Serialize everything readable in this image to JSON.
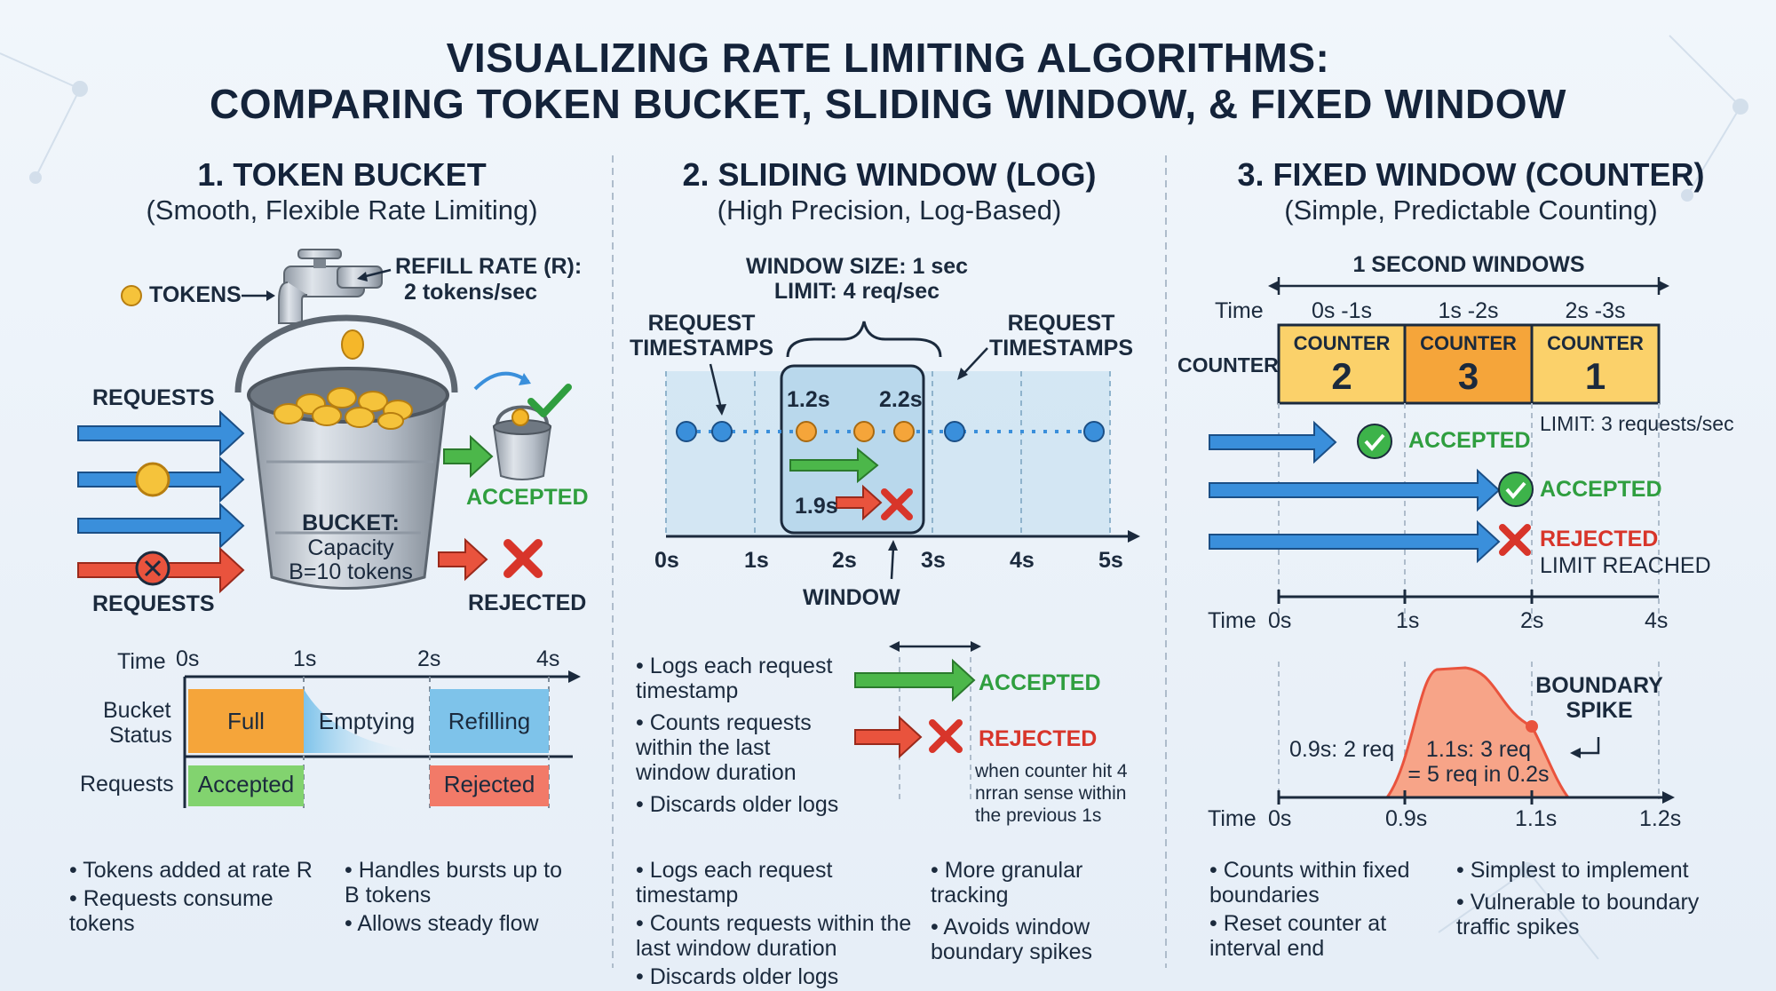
{
  "title_line1": "VISUALIZING RATE LIMITING ALGORITHMS:",
  "title_line2": "COMPARING TOKEN BUCKET, SLIDING WINDOW, & FIXED WINDOW",
  "colors": {
    "blue": "#3a8fdb",
    "green": "#4cb74a",
    "red": "#e9533d",
    "orange": "#f5a53a",
    "yellow": "#f8c84a",
    "dark": "#1b2a3d"
  },
  "token_bucket": {
    "heading": "1. TOKEN BUCKET",
    "subheading": "(Smooth, Flexible Rate Limiting)",
    "tokens_label": "TOKENS",
    "refill_label": "REFILL RATE (R):",
    "refill_value": "2 tokens/sec",
    "requests_top": "REQUESTS",
    "requests_bottom": "REQUESTS",
    "bucket_line1": "BUCKET:",
    "bucket_line2": "Capacity",
    "bucket_line3": "B=10 tokens",
    "accepted": "ACCEPTED",
    "rejected": "REJECTED",
    "timeline": {
      "time_label": "Time",
      "ticks": [
        "0s",
        "1s",
        "2s",
        "4s"
      ],
      "status_label_1": "Bucket",
      "status_label_2": "Status",
      "status_full": "Full",
      "status_emptying": "Emptying",
      "status_refilling": "Refilling",
      "requests_label": "Requests",
      "req_accepted": "Accepted",
      "req_rejected": "Rejected"
    },
    "bullets_left": [
      "Tokens added at rate R",
      "Requests consume tokens"
    ],
    "bullets_right": [
      "Handles bursts up to B tokens",
      "Allows steady flow"
    ]
  },
  "sliding_window": {
    "heading": "2. SLIDING WINDOW (LOG)",
    "subheading": "(High Precision, Log-Based)",
    "window_size": "WINDOW SIZE: 1 sec",
    "limit": "LIMIT: 4 req/sec",
    "req_ts_left_1": "REQUEST",
    "req_ts_left_2": "TIMESTAMPS",
    "req_ts_right_1": "REQUEST",
    "req_ts_right_2": "TIMESTAMPS",
    "ts_a": "1.2s",
    "ts_b": "2.2s",
    "ts_c": "1.9s",
    "ticks": [
      "0s",
      "1s",
      "2s",
      "3s",
      "4s",
      "5s"
    ],
    "window_label": "WINDOW",
    "bullets_mid": [
      "Logs each request timestamp",
      "Counts requests within the last window duration",
      "Discards older logs"
    ],
    "accepted": "ACCEPTED",
    "rejected": "REJECTED",
    "reject_note": "when counter hit 4 nrran sense within the previous 1s",
    "bullets_left": [
      "Logs each request timestamp",
      "Counts requests within the last window duration",
      "Discards older logs"
    ],
    "bullets_right": [
      "More granular tracking",
      "Avoids window boundary spikes"
    ]
  },
  "fixed_window": {
    "heading": "3. FIXED WINDOW (COUNTER)",
    "subheading": "(Simple, Predictable Counting)",
    "windows_label": "1 SECOND WINDOWS",
    "time_label": "Time",
    "counter_label": "COUNTER",
    "windows": [
      {
        "range": "0s -1s",
        "caption": "COUNTER",
        "count": "2"
      },
      {
        "range": "1s -2s",
        "caption": "COUNTER",
        "count": "3"
      },
      {
        "range": "2s -3s",
        "caption": "COUNTER",
        "count": "1"
      }
    ],
    "limit": "LIMIT: 3 requests/sec",
    "accepted_1": "ACCEPTED",
    "accepted_2": "ACCEPTED",
    "rejected": "REJECTED",
    "limit_reached": "LIMIT REACHED",
    "axis1_time": "Time",
    "axis1_ticks": [
      "0s",
      "1s",
      "2s",
      "4s"
    ],
    "spike_left": "0.9s: 2 req",
    "spike_mid_1": "1.1s: 3 req",
    "spike_mid_2": "= 5 req in 0.2s",
    "boundary_1": "BOUNDARY",
    "boundary_2": "SPIKE",
    "axis2_time": "Time",
    "axis2_ticks": [
      "0s",
      "0.9s",
      "1.1s",
      "1.2s"
    ],
    "bullets_left": [
      "Counts within fixed boundaries",
      "Reset counter at interval end"
    ],
    "bullets_right": [
      "Simplest to implement",
      "Vulnerable to boundary traffic spikes"
    ]
  }
}
